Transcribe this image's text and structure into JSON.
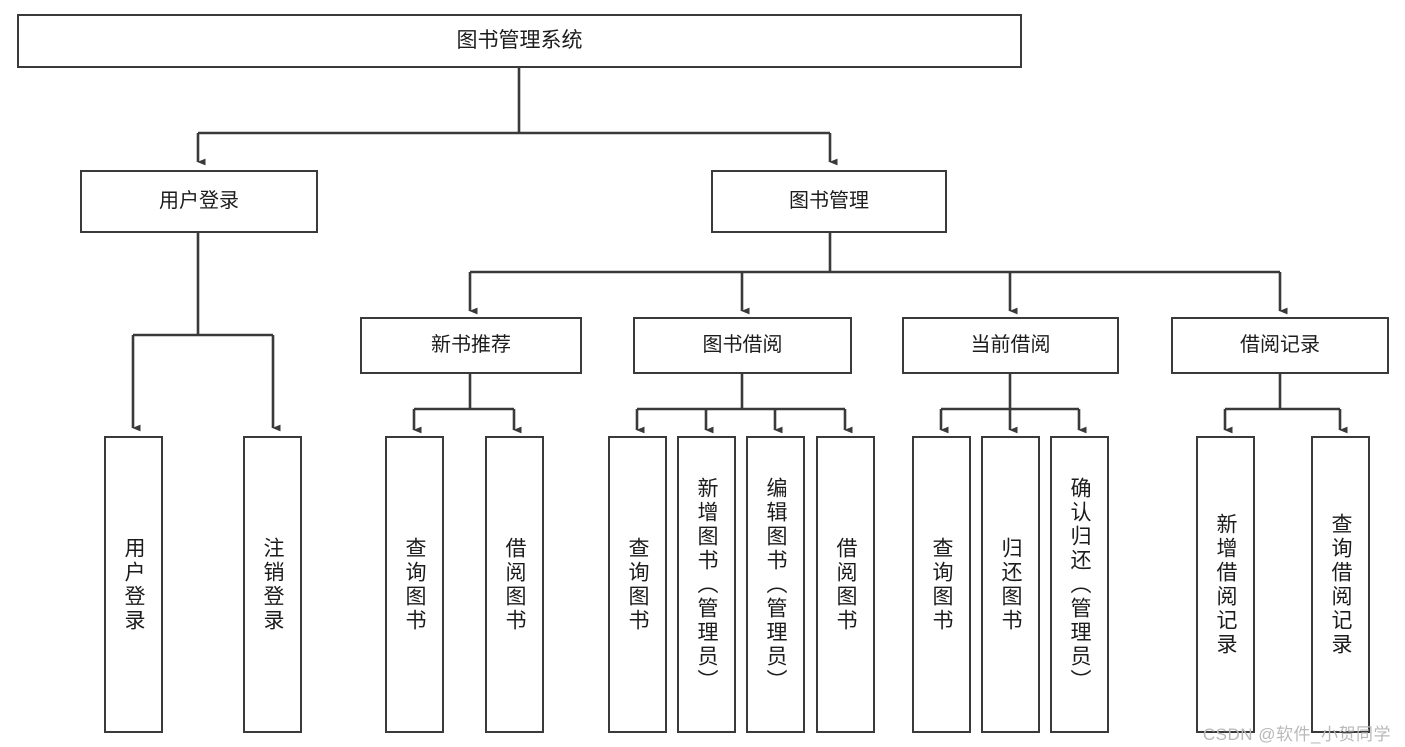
{
  "diagram": {
    "title": "图书管理系统",
    "watermark": "CSDN @软件_小贺同学",
    "line_color": "#3a3a3a",
    "box_border_color": "#3a3a3a",
    "box_fill_color": "#ffffff",
    "text_color": "#1c1c1c",
    "background_color": "#ffffff"
  },
  "nodes": {
    "root": {
      "label": "图书管理系统"
    },
    "level2": [
      {
        "id": "user-login",
        "label": "用户登录"
      },
      {
        "id": "book-management",
        "label": "图书管理"
      }
    ],
    "level3": [
      {
        "id": "new-book-recommend",
        "label": "新书推荐"
      },
      {
        "id": "book-borrow",
        "label": "图书借阅"
      },
      {
        "id": "current-borrow",
        "label": "当前借阅"
      },
      {
        "id": "borrow-record",
        "label": "借阅记录"
      }
    ],
    "leaves": {
      "user_login": [
        {
          "id": "leaf-user-login",
          "label": "用户登录"
        },
        {
          "id": "leaf-logout-login",
          "label": "注销登录"
        }
      ],
      "new_book_recommend": [
        {
          "id": "leaf-query-book-1",
          "label": "查询图书"
        },
        {
          "id": "leaf-borrow-book-1",
          "label": "借阅图书"
        }
      ],
      "book_borrow": [
        {
          "id": "leaf-query-book-2",
          "label": "查询图书"
        },
        {
          "id": "leaf-add-book",
          "label": "新增图书（管理员）"
        },
        {
          "id": "leaf-edit-book",
          "label": "编辑图书（管理员）"
        },
        {
          "id": "leaf-borrow-book-2",
          "label": "借阅图书"
        }
      ],
      "current_borrow": [
        {
          "id": "leaf-query-book-3",
          "label": "查询图书"
        },
        {
          "id": "leaf-return-book",
          "label": "归还图书"
        },
        {
          "id": "leaf-confirm-return",
          "label": "确认归还（管理员）"
        }
      ],
      "borrow_record": [
        {
          "id": "leaf-add-record",
          "label": "新增借阅记录"
        },
        {
          "id": "leaf-query-record",
          "label": "查询借阅记录"
        }
      ]
    }
  }
}
